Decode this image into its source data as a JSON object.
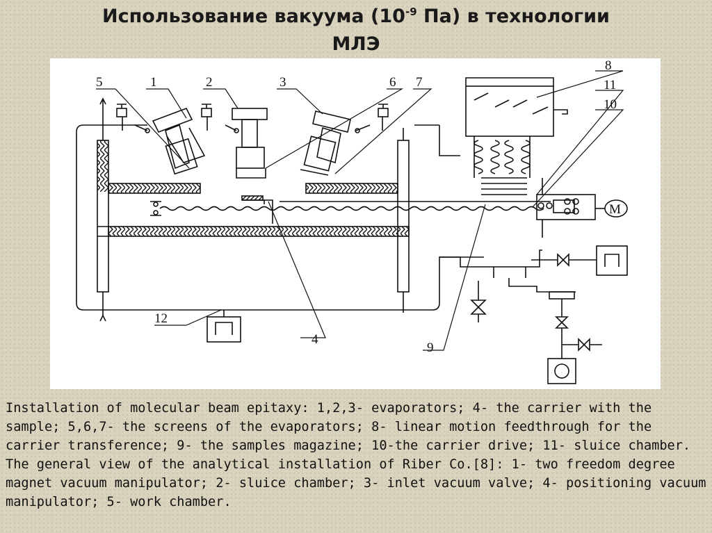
{
  "title": {
    "prefix": "Использование вакуума (10",
    "exponent": "-9",
    "suffix": " Па) в  технологии",
    "line2": "МЛЭ"
  },
  "diagram": {
    "labels": [
      "1",
      "2",
      "3",
      "4",
      "5",
      "6",
      "7",
      "8",
      "9",
      "10",
      "11",
      "12"
    ],
    "motor_label": "M"
  },
  "caption": {
    "paragraph1": "Installation of molecular beam epitaxy: 1,2,3- evaporators; 4- the carrier with the sample; 5,6,7- the screens of the evaporators; 8- linear motion feedthrough for the carrier transference; 9- the samples magazine; 10-the carrier drive; 11- sluice chamber.",
    "paragraph2": "The general view of the analytical installation of Riber Co.[8]: 1-  two freedom degree magnet vacuum manipulator; 2- sluice chamber; 3- inlet vacuum valve; 4- positioning vacuum manipulator; 5- work chamber."
  }
}
